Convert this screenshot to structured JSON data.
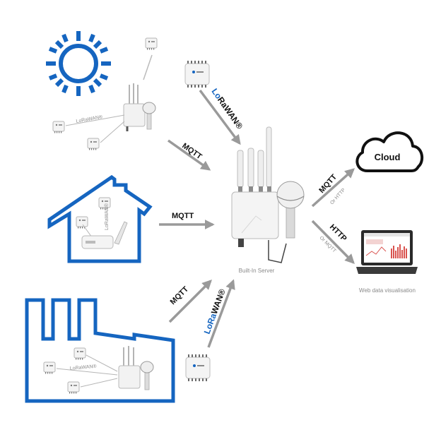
{
  "colors": {
    "brand_blue": "#1565c0",
    "arrow_grey": "#9a9a9a",
    "text_dark": "#111111",
    "text_grey": "#8a8a8a",
    "device_body": "#f2f2f2",
    "device_stroke": "#b8b8b8"
  },
  "icons": {
    "weather": "sun-icon",
    "home": "house-icon",
    "industry": "factory-icon",
    "cloud": "cloud-icon",
    "visualisation": "laptop-icon",
    "gateway": "gateway-device-icon",
    "sensor": "sensor-icon"
  },
  "labels": {
    "mqtt_sun": "MQTT",
    "mqtt_house": "MQTT",
    "mqtt_factory": "MQTT",
    "mqtt_cloud": "MQTT",
    "or_http": "Or HTTP",
    "http_web": "HTTP",
    "or_mqtt": "Or MQTT",
    "lorawan_top": {
      "lo": "Lo",
      "ra": "Ra",
      "wan": "WAN®"
    },
    "lorawan_bottom": {
      "lo": "Lo",
      "ra": "Ra",
      "wan": "WAN®"
    },
    "lorawan_small_sun": "LoRaWAN®",
    "lorawan_small_house": "LoRaWAN®",
    "lorawan_small_factory": "LoRaWAN®",
    "cloud": "Cloud",
    "server_caption": "Built-In Server",
    "web_caption": "Web data visualisation"
  }
}
